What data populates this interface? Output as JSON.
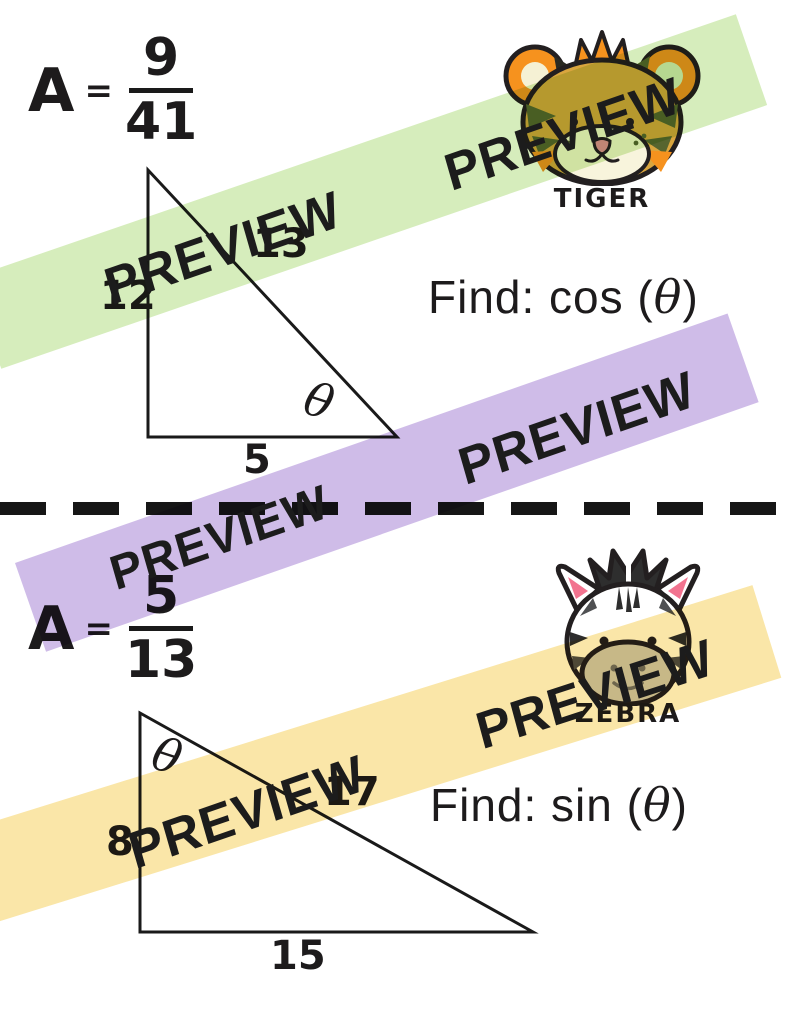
{
  "watermark": {
    "text": "PREVIEW",
    "band_colors": {
      "green": "#d6edbc",
      "purple": "#cfbce8",
      "yellow": "#fae6a8"
    }
  },
  "cards": [
    {
      "answer": {
        "variable": "A",
        "equals": "=",
        "numerator": "9",
        "denominator": "41"
      },
      "animal": {
        "name": "TIGER"
      },
      "find": {
        "prefix": "Find: cos (",
        "theta": "θ",
        "suffix": ")"
      },
      "triangle": {
        "side_vertical": "12",
        "side_hypotenuse": "13",
        "side_base": "5",
        "angle_symbol": "θ"
      }
    },
    {
      "answer": {
        "variable": "A",
        "equals": "=",
        "numerator": "5",
        "denominator": "13"
      },
      "animal": {
        "name": "ZEBRA"
      },
      "find": {
        "prefix": "Find: sin (",
        "theta": "θ",
        "suffix": ")"
      },
      "triangle": {
        "side_vertical": "8",
        "side_hypotenuse": "17",
        "side_base": "15",
        "angle_symbol": "θ"
      }
    }
  ]
}
